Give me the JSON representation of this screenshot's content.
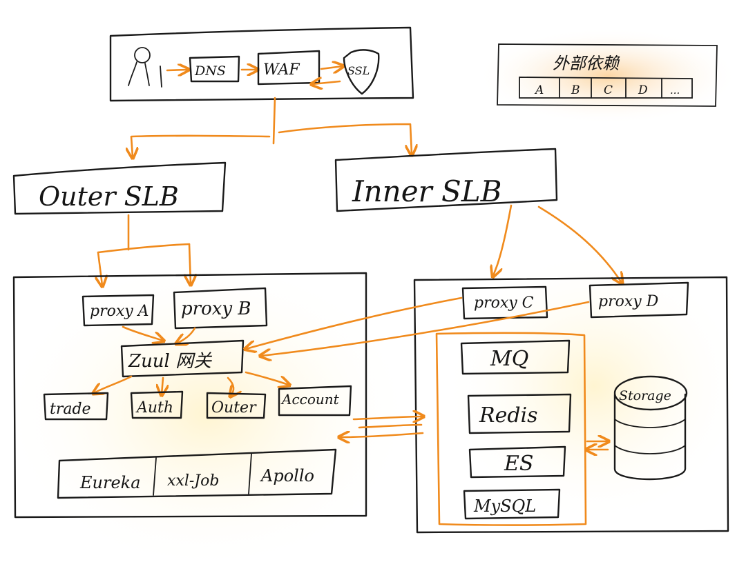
{
  "colors": {
    "ink": "#1a1a1a",
    "arrow": "#f08a1c",
    "glow": "#fff0c8",
    "sticky": "#fde2bd"
  },
  "entry": {
    "user_icon": "user-icon",
    "dns": "DNS",
    "waf": "WAF",
    "ssl": "SSL"
  },
  "external": {
    "title": "外部依赖",
    "items": [
      "A",
      "B",
      "C",
      "D",
      "..."
    ]
  },
  "slb": {
    "outer": "Outer SLB",
    "inner": "Inner SLB"
  },
  "left_cluster": {
    "proxies": [
      "proxy A",
      "proxy B"
    ],
    "gateway": "Zuul 网关",
    "services": [
      "trade",
      "Auth",
      "Outer",
      "Account"
    ],
    "infra": [
      "Eureka",
      "xxl-Job",
      "Apollo"
    ]
  },
  "right_cluster": {
    "proxies": [
      "proxy C",
      "proxy D"
    ],
    "middleware": [
      "MQ",
      "Redis",
      "ES",
      "MySQL"
    ],
    "storage": "Storage"
  }
}
